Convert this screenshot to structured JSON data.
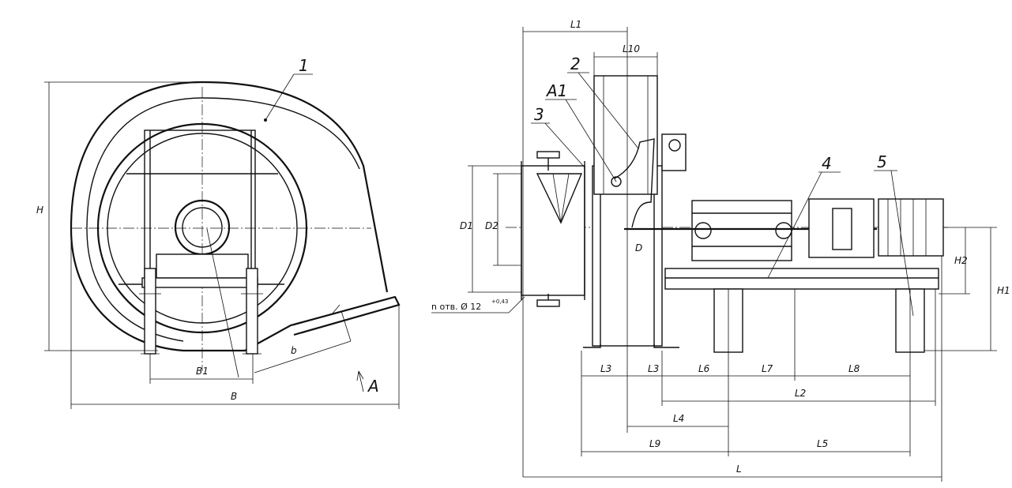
{
  "callouts": {
    "c1": "1",
    "c2": "2",
    "c3": "3",
    "c4": "4",
    "c5": "5",
    "a1": "A1"
  },
  "view_mark": "A",
  "hole_note": "n отв. Ø 12",
  "hole_tolerance": "+0,43",
  "dims": {
    "H": "H",
    "B": "B",
    "B1": "B1",
    "b": "b",
    "D": "D",
    "D1": "D1",
    "D2": "D2",
    "H1": "H1",
    "H2": "H2",
    "L": "L",
    "L1": "L1",
    "L2": "L2",
    "L3a": "L3",
    "L3b": "L3",
    "L4": "L4",
    "L5": "L5",
    "L6": "L6",
    "L7": "L7",
    "L8": "L8",
    "L9": "L9",
    "L10": "L10"
  }
}
